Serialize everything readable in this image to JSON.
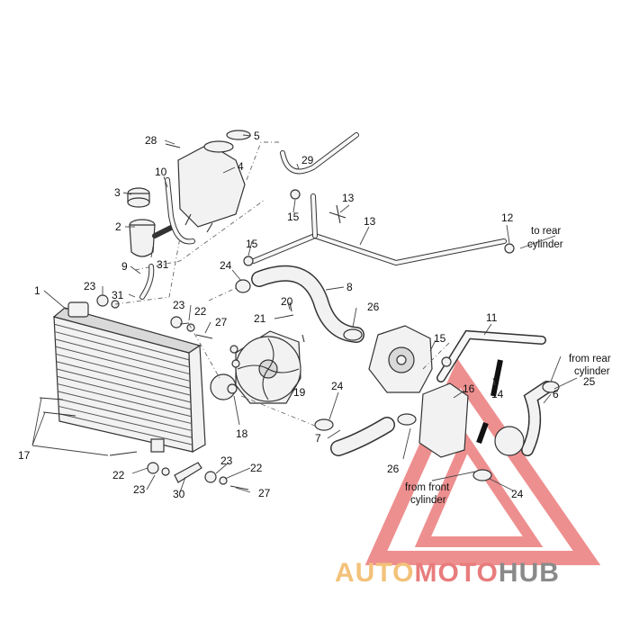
{
  "labels": {
    "l1": "1",
    "l2": "2",
    "l3": "3",
    "l4": "4",
    "l5": "5",
    "l6": "6",
    "l7": "7",
    "l8": "8",
    "l9": "9",
    "l10": "10",
    "l11": "11",
    "l12": "12",
    "l13a": "13",
    "l13b": "13",
    "l14": "14",
    "l15a": "15",
    "l15b": "15",
    "l15c": "15",
    "l16": "16",
    "l17": "17",
    "l18": "18",
    "l19": "19",
    "l20": "20",
    "l21": "21",
    "l22a": "22",
    "l22b": "22",
    "l22c": "22",
    "l23a": "23",
    "l23b": "23",
    "l23c": "23",
    "l23d": "23",
    "l24a": "24",
    "l24b": "24",
    "l24c": "24",
    "l25": "25",
    "l26a": "26",
    "l26b": "26",
    "l27a": "27",
    "l27b": "27",
    "l28": "28",
    "l29": "29",
    "l30": "30",
    "l31a": "31",
    "l31b": "31"
  },
  "notes": {
    "rear_top_1": "to rear",
    "rear_top_2": "cylinder",
    "rear_mid_1": "from rear",
    "rear_mid_2": "cylinder",
    "front_1": "from front",
    "front_2": "cylinder"
  },
  "watermark": {
    "auto": "AUTO",
    "moto": "MOTO",
    "hub": "HUB",
    "colors": {
      "auto": "#f3c27a",
      "moto": "#e87c7c",
      "hub": "#8a8a8a",
      "triangle": "#e86a6a"
    }
  }
}
